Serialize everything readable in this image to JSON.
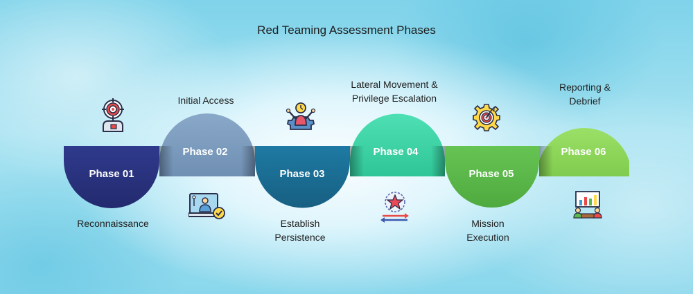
{
  "title": "Red Teaming Assessment Phases",
  "phases": [
    {
      "badge": "Phase 01",
      "caption": [
        "Reconnaissance"
      ],
      "color": "#29307a",
      "icon": "target-user-icon"
    },
    {
      "badge": "Phase 02",
      "caption": [
        "Initial Access"
      ],
      "color": "#7c9cbf",
      "icon": "laptop-access-icon"
    },
    {
      "badge": "Phase 03",
      "caption": [
        "Establish",
        "Persistence"
      ],
      "color": "#1b6e94",
      "icon": "user-gear-icon"
    },
    {
      "badge": "Phase 04",
      "caption": [
        "Lateral Movement &",
        "Privilege Escalation"
      ],
      "color": "#3fd3a6",
      "icon": "star-arrows-icon"
    },
    {
      "badge": "Phase 05",
      "caption": [
        "Mission",
        "Execution"
      ],
      "color": "#5bb84a",
      "icon": "target-gear-icon"
    },
    {
      "badge": "Phase 06",
      "caption": [
        "Reporting &",
        "Debrief"
      ],
      "color": "#8dd65b",
      "icon": "presentation-board-icon"
    }
  ]
}
